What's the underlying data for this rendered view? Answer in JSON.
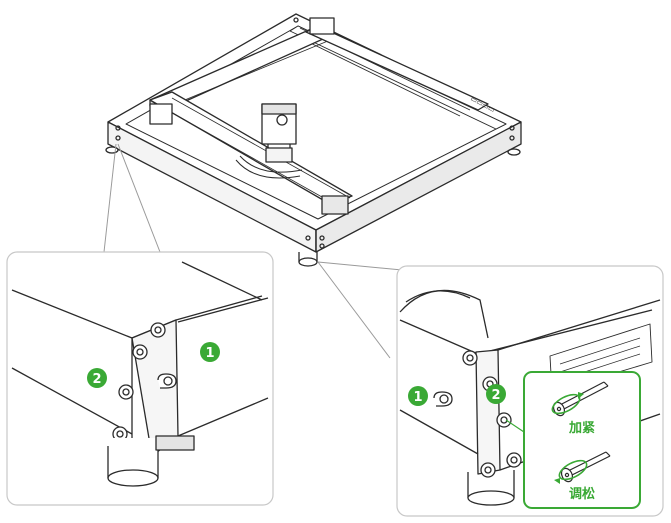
{
  "badges": {
    "left_one": "1",
    "left_two": "2",
    "right_one": "1",
    "right_two": "2"
  },
  "callout": {
    "tighten_label": "加紧",
    "loosen_label": "调松"
  },
  "colors": {
    "accent_green": "#3aa935",
    "line": "#2b2b2b",
    "panel_border": "#c8c8c8",
    "leader": "#9a9a9a"
  },
  "icons": [
    "machine-frame",
    "screw-icon",
    "rotate-clockwise-icon",
    "rotate-counterclockwise-icon"
  ]
}
